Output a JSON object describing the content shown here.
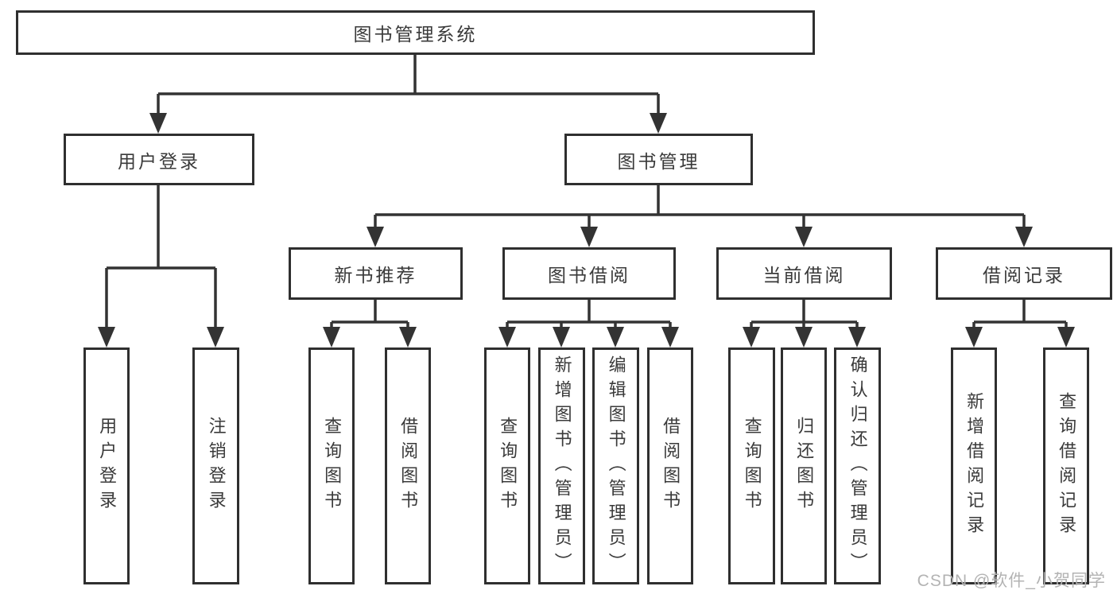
{
  "tree": {
    "label": "图书管理系统",
    "children": [
      {
        "label": "用户登录",
        "children": [
          {
            "label": "用户登录"
          },
          {
            "label": "注销登录"
          }
        ]
      },
      {
        "label": "图书管理",
        "children": [
          {
            "label": "新书推荐",
            "children": [
              {
                "label": "查询图书"
              },
              {
                "label": "借阅图书"
              }
            ]
          },
          {
            "label": "图书借阅",
            "children": [
              {
                "label": "查询图书"
              },
              {
                "label": "新增图书（管理员）"
              },
              {
                "label": "编辑图书（管理员）"
              },
              {
                "label": "借阅图书"
              }
            ]
          },
          {
            "label": "当前借阅",
            "children": [
              {
                "label": "查询图书"
              },
              {
                "label": "归还图书"
              },
              {
                "label": "确认归还（管理员）"
              }
            ]
          },
          {
            "label": "借阅记录",
            "children": [
              {
                "label": "新增借阅记录"
              },
              {
                "label": "查询借阅记录"
              }
            ]
          }
        ]
      }
    ]
  },
  "watermark": "CSDN @软件_小贺同学",
  "colors": {
    "line": "#333333",
    "box_border": "#2f2f2f",
    "text": "#3a3a3a",
    "background": "#ffffff",
    "watermark": "#b3b3b3"
  }
}
